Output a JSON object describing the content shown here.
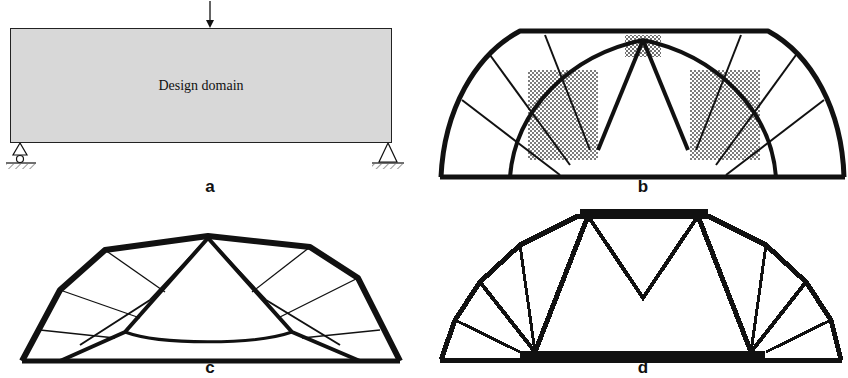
{
  "diagram": {
    "nodes": [
      {
        "text": [
          "Design domain"
        ]
      }
    ],
    "labels": [
      "a",
      "b",
      "c",
      "d"
    ]
  }
}
